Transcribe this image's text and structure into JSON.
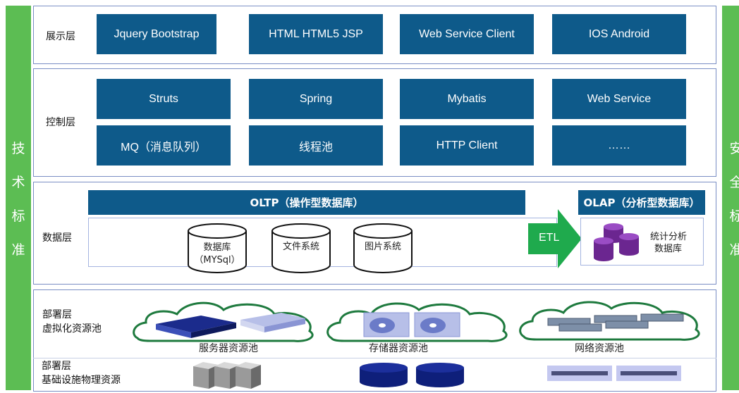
{
  "side_left": {
    "chars": [
      "技",
      "术",
      "标",
      "准"
    ]
  },
  "side_right": {
    "chars": [
      "安",
      "全",
      "标",
      "准"
    ]
  },
  "presentation": {
    "label": "展示层",
    "items": [
      "Jquery Bootstrap",
      "HTML HTML5 JSP",
      "Web Service Client",
      "IOS Android"
    ]
  },
  "control": {
    "label": "控制层",
    "row1": [
      "Struts",
      "Spring",
      "Mybatis",
      "Web Service"
    ],
    "row2": [
      "MQ（消息队列）",
      "线程池",
      "HTTP Client",
      "……"
    ]
  },
  "data_layer": {
    "label": "数据层",
    "oltp_title": "OLTP（操作型数据库）",
    "olap_title": "OLAP（分析型数据库）",
    "db1_line1": "数据库",
    "db1_line2": "（MYSql）",
    "db2": "文件系统",
    "db3": "图片系统",
    "etl": "ETL",
    "olap_line1": "统计分析",
    "olap_line2": "数据库"
  },
  "deploy_virtual": {
    "label_line1": "部署层",
    "label_line2": "虚拟化资源池",
    "pools": [
      "服务器资源池",
      "存储器资源池",
      "网络资源池"
    ]
  },
  "deploy_physical": {
    "label_line1": "部署层",
    "label_line2": "基础设施物理资源"
  },
  "colors": {
    "tile_blue": "#0e5a8a",
    "side_green": "#5cbd53",
    "olap_purple": "#7a2c9e",
    "panel_border": "#7a8ec4"
  }
}
